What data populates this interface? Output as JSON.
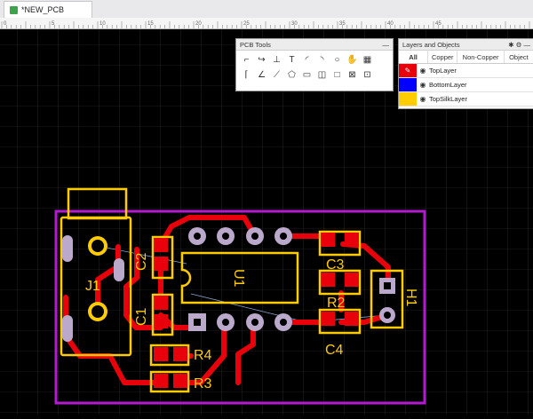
{
  "tab": {
    "title": "*NEW_PCB"
  },
  "ruler": {
    "labels": [
      "0",
      "5",
      "10",
      "15",
      "20",
      "25",
      "30",
      "35",
      "40",
      "45"
    ]
  },
  "pcb_tools": {
    "title": "PCB Tools",
    "icons": [
      "select-line-icon",
      "wire-icon",
      "via-icon",
      "text-icon",
      "arc-icon",
      "arc-alt-icon",
      "circle-icon",
      "pan-hand-icon",
      "image-icon",
      "corner-icon",
      "angle-icon",
      "diagonal-icon",
      "polygon-icon",
      "rectangle-icon",
      "region-icon",
      "square-icon",
      "cross-icon",
      "measure-icon"
    ],
    "glyphs": [
      "⌐",
      "↪",
      "⊥",
      "T",
      "◜",
      "◝",
      "○",
      "✋",
      "▦",
      "⌈",
      "∠",
      "⟋",
      "⬠",
      "▭",
      "◫",
      "□",
      "⊠",
      "⊡"
    ]
  },
  "layers_panel": {
    "title": "Layers and Objects",
    "tabs": [
      "All",
      "Copper",
      "Non-Copper",
      "Object"
    ],
    "layers": [
      {
        "name": "TopLayer",
        "color": "#e8000b"
      },
      {
        "name": "BottomLayer",
        "color": "#0000ff"
      },
      {
        "name": "TopSilkLayer",
        "color": "#ffcc00"
      }
    ]
  },
  "designators": [
    "J1",
    "C2",
    "C1",
    "U1",
    "C3",
    "R2",
    "C4",
    "R4",
    "R3",
    "H1"
  ]
}
